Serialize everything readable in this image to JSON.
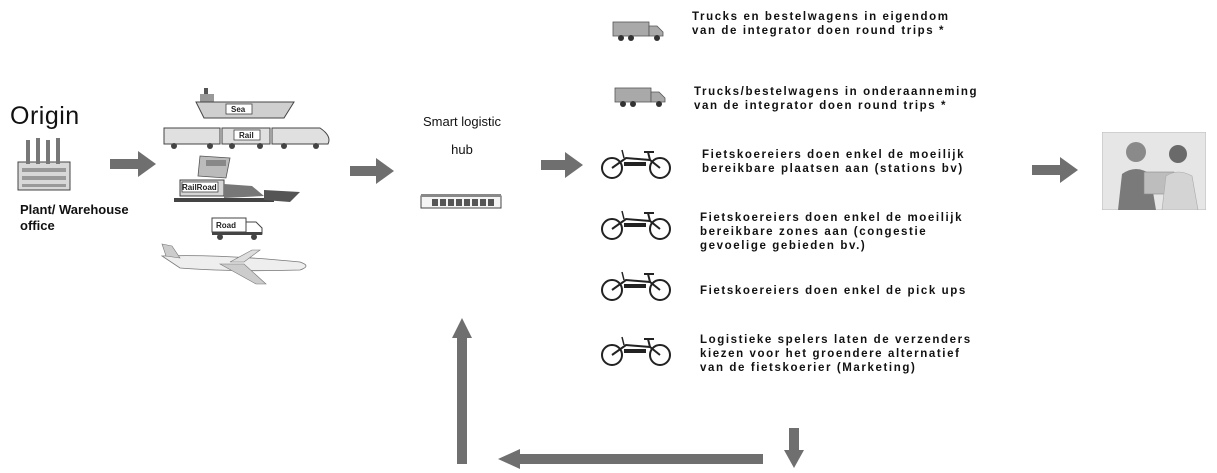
{
  "origin": {
    "title": "Origin",
    "subtitle_line1": "Plant/ Warehouse",
    "subtitle_line2": "office"
  },
  "transport_modes": {
    "sea": "Sea",
    "rail": "Rail",
    "rail_road": "RailRoad",
    "road": "Road"
  },
  "hub": {
    "line1": "Smart logistic",
    "line2": "hub"
  },
  "options": [
    {
      "icon": "truck-icon",
      "text": "Trucks en bestelwagens in eigendom\nvan de integrator doen round trips *"
    },
    {
      "icon": "truck-icon",
      "text": "Trucks/bestelwagens in onderaanneming\nvan de integrator doen round trips *"
    },
    {
      "icon": "cargo-bike-icon",
      "text": "Fietskoereiers doen enkel de moeilijk\nbereikbare plaatsen aan (stations bv)"
    },
    {
      "icon": "cargo-bike-icon",
      "text": "Fietskoereiers doen enkel de moeilijk\nbereikbare zones aan (congestie\ngevoelige gebieden bv.)"
    },
    {
      "icon": "cargo-bike-icon",
      "text": "Fietskoereiers doen enkel de pick ups"
    },
    {
      "icon": "cargo-bike-icon",
      "text": "Logistieke spelers laten de verzenders\nkiezen voor het groendere alternatief\nvan de fietskoerier (Marketing)"
    }
  ],
  "colors": {
    "arrow": "#6f6f6f",
    "icon_fill": "#a9a9a9",
    "icon_stroke": "#333333"
  }
}
